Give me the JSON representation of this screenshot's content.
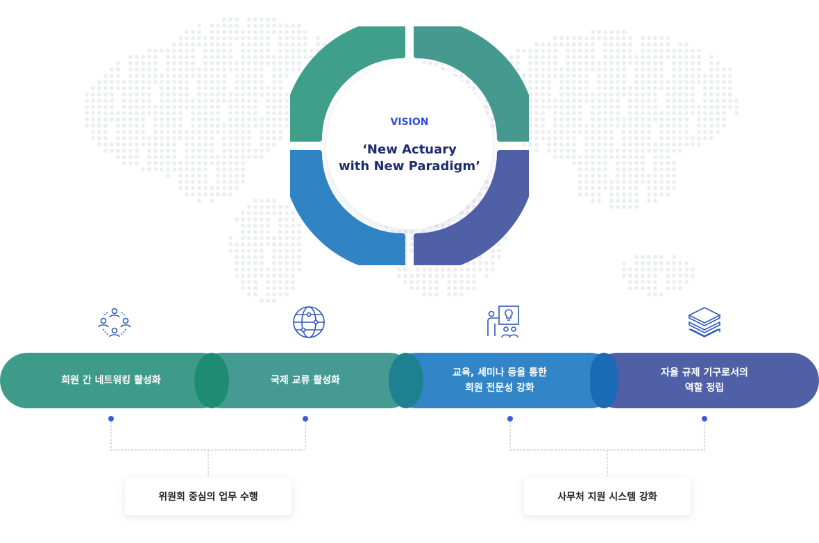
{
  "vision": {
    "label": "VISION",
    "title": "‘New Actuary\nwith New Paradigm’"
  },
  "ring_colors": [
    "#3f9f8a",
    "#46998f",
    "#3184c3",
    "#4f60a6"
  ],
  "goals": [
    {
      "label": "회원 간 네트워킹 활성화",
      "icon": "people-network-icon",
      "color": "#3f9b89"
    },
    {
      "label": "국제 교류 활성화",
      "icon": "globe-icon",
      "color": "#459a94"
    },
    {
      "label": "교육, 세미나 등을 통한\n회원 전문성 강화",
      "icon": "presentation-icon",
      "color": "#3286c7"
    },
    {
      "label": "자율 규제 기구로서의\n역할 정립",
      "icon": "stacked-layers-icon",
      "color": "#5060a6"
    }
  ],
  "supports": [
    {
      "label": "위원회 중심의 업무 수행"
    },
    {
      "label": "사무처 지원 시스템 강화"
    }
  ]
}
